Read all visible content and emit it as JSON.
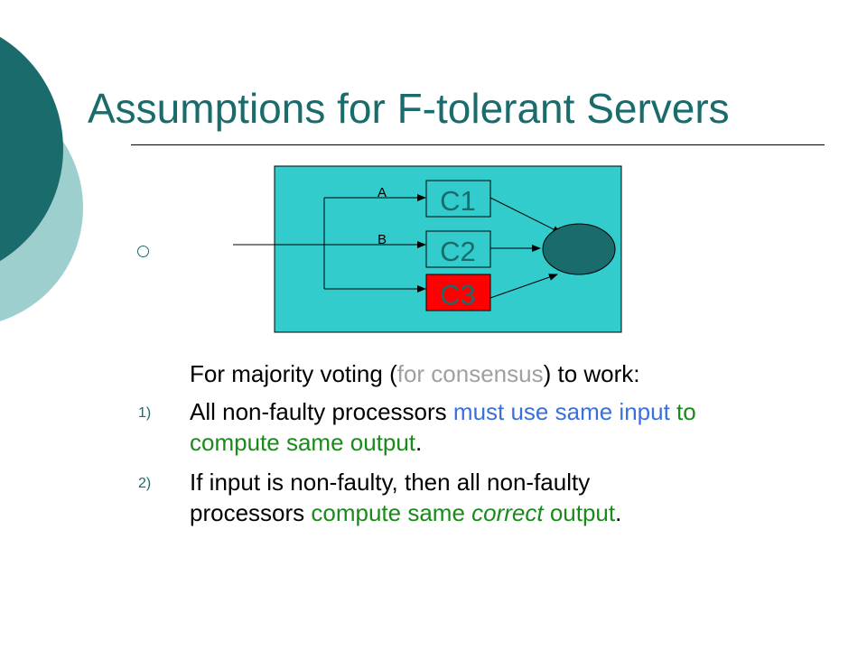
{
  "slide": {
    "title": "Assumptions for F-tolerant Servers"
  },
  "diagram": {
    "label_a": "A",
    "label_b": "B",
    "box_c1": "C1",
    "box_c2": "C2",
    "box_c3": "C3",
    "colors": {
      "panel": "#33cccc",
      "voter": "#1a6b6b",
      "faulty": "#ff0000"
    }
  },
  "content": {
    "intro": {
      "part1": "For majority voting (",
      "part2": "for consensus",
      "part3": ") to work:"
    },
    "items": [
      {
        "num": "1)",
        "line1_a": "All non-faulty processors ",
        "line1_b": "must use same input",
        "line1_c": " to",
        "line2_a": "compute same output",
        "line2_b": "."
      },
      {
        "num": "2)",
        "line1": "If input is non-faulty, then all non-faulty",
        "line2_a": "processors ",
        "line2_b": "compute same ",
        "line2_c": "correct",
        "line2_d": " output",
        "line2_e": "."
      }
    ]
  }
}
